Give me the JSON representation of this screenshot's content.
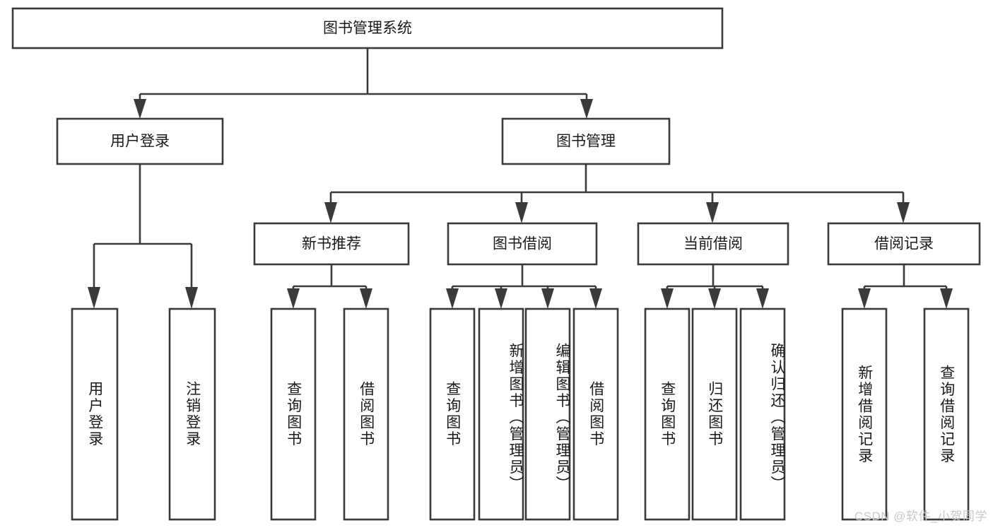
{
  "diagram": {
    "type": "tree-hierarchy",
    "title": "图书管理系统",
    "root": {
      "label": "图书管理系统"
    },
    "level2": [
      {
        "id": "user-login",
        "label": "用户登录"
      },
      {
        "id": "book-management",
        "label": "图书管理"
      }
    ],
    "level3": [
      {
        "id": "new-book-recommend",
        "label": "新书推荐",
        "parent": "book-management"
      },
      {
        "id": "book-borrow",
        "label": "图书借阅",
        "parent": "book-management"
      },
      {
        "id": "current-borrow",
        "label": "当前借阅",
        "parent": "book-management"
      },
      {
        "id": "borrow-record",
        "label": "借阅记录",
        "parent": "book-management"
      }
    ],
    "leaves": {
      "user-login": [
        {
          "id": "leaf-user-login",
          "label": "用户登录"
        },
        {
          "id": "leaf-logout",
          "label": "注销登录"
        }
      ],
      "new-book-recommend": [
        {
          "id": "leaf-query-book-1",
          "label": "查询图书"
        },
        {
          "id": "leaf-borrow-book-1",
          "label": "借阅图书"
        }
      ],
      "book-borrow": [
        {
          "id": "leaf-query-book-2",
          "label": "查询图书"
        },
        {
          "id": "leaf-add-book",
          "label": "新增图书（管理员）"
        },
        {
          "id": "leaf-edit-book",
          "label": "编辑图书（管理员）"
        },
        {
          "id": "leaf-borrow-book-2",
          "label": "借阅图书"
        }
      ],
      "current-borrow": [
        {
          "id": "leaf-query-book-3",
          "label": "查询图书"
        },
        {
          "id": "leaf-return-book",
          "label": "归还图书"
        },
        {
          "id": "leaf-confirm-return",
          "label": "确认归还（管理员）"
        }
      ],
      "borrow-record": [
        {
          "id": "leaf-add-record",
          "label": "新增借阅记录"
        },
        {
          "id": "leaf-query-record",
          "label": "查询借阅记录"
        }
      ]
    }
  },
  "watermark": {
    "text": "CSDN @软件_小贺同学"
  },
  "colors": {
    "stroke": "#3a3a3a",
    "fill": "#ffffff",
    "text": "#1a1a1a",
    "watermark": "#c9c9c9"
  }
}
